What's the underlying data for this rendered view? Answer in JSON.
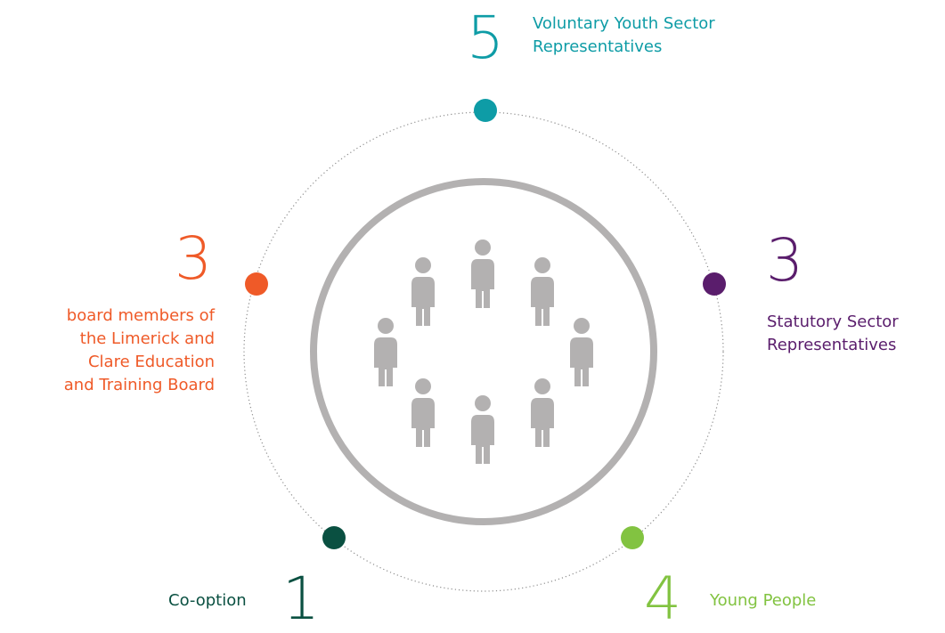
{
  "colors": {
    "ring": "#b3b1b1",
    "dotted": "#8d8d8d",
    "person": "#b3b1b1",
    "voluntary": "#0e9ca6",
    "statutory": "#5a1d6c",
    "young": "#82c341",
    "cooption": "#0a5041",
    "board": "#ef5a28"
  },
  "icons": {
    "people": "person-icon"
  },
  "groups": {
    "voluntary": {
      "number": "5",
      "label": "Voluntary Youth Sector\nRepresentatives"
    },
    "statutory": {
      "number": "3",
      "label": "Statutory Sector\nRepresentatives"
    },
    "young": {
      "number": "4",
      "label": "Young People"
    },
    "cooption": {
      "number": "1",
      "label": "Co-option"
    },
    "board": {
      "number": "3",
      "label": "board members of\nthe Limerick and\nClare Education\nand Training Board"
    }
  }
}
